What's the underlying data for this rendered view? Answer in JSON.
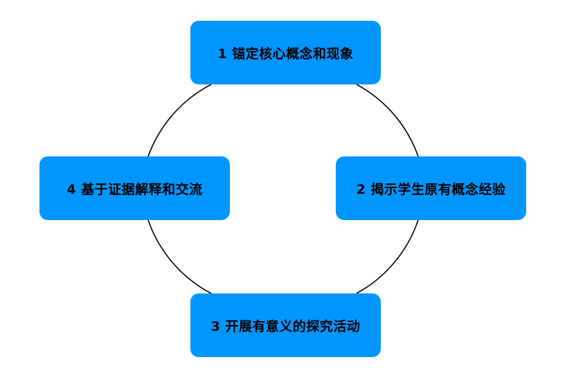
{
  "diagram": {
    "type": "cycle",
    "nodes": [
      {
        "id": "1",
        "label": "1 锚定核心概念和现象"
      },
      {
        "id": "2",
        "label": "2 揭示学生原有概念经验"
      },
      {
        "id": "3",
        "label": "3 开展有意义的探究活动"
      },
      {
        "id": "4",
        "label": "4 基于证据解释和交流"
      }
    ],
    "edges": [
      {
        "from": "1",
        "to": "2"
      },
      {
        "from": "2",
        "to": "3"
      },
      {
        "from": "3",
        "to": "4"
      },
      {
        "from": "4",
        "to": "1"
      }
    ],
    "colors": {
      "node_fill": "#0096ff",
      "node_text": "#000000",
      "connector": "#000000",
      "background": "#ffffff"
    }
  }
}
